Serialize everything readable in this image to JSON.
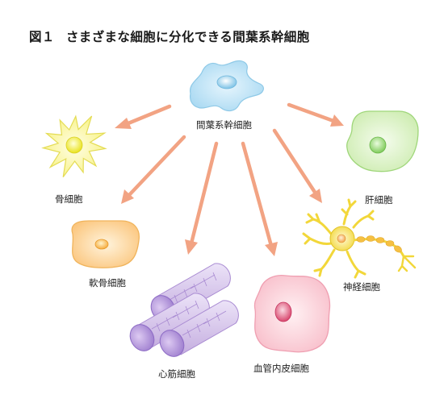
{
  "figure": {
    "number_label": "図１",
    "title": "さまざまな細胞に分化できる間葉系幹細胞"
  },
  "cells": {
    "msc": "間葉系幹細胞",
    "bone": "骨細胞",
    "cartilage": "軟骨細胞",
    "cardiac": "心筋細胞",
    "endothelial": "血管内皮細胞",
    "neuron": "神経細胞",
    "liver": "肝細胞"
  },
  "colors": {
    "arrow": "#f2a383",
    "msc": "#bfe3f6",
    "bone": "#f6f49c",
    "cartilage": "#fcd39a",
    "cardiac": "#d9c6ee",
    "endothelial": "#fbd1da",
    "neuron": "#f3dd3e",
    "liver": "#d9f1c3"
  }
}
